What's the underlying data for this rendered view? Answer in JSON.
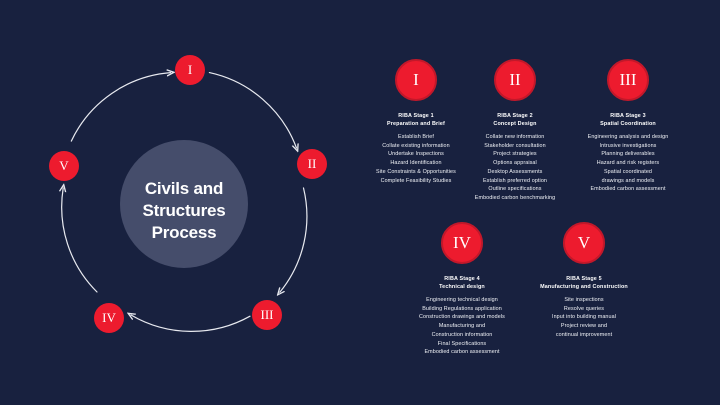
{
  "background_color": "#18213f",
  "accent_color": "#ed1b2e",
  "hub_color": "#454d6b",
  "cycle": {
    "center_label": "Civils and\nStructures\nProcess",
    "center_lines": [
      "Civils and",
      "Structures",
      "Process"
    ],
    "nodes": [
      {
        "numeral": "I",
        "name": "cycle-node-1"
      },
      {
        "numeral": "II",
        "name": "cycle-node-2"
      },
      {
        "numeral": "III",
        "name": "cycle-node-3"
      },
      {
        "numeral": "IV",
        "name": "cycle-node-4"
      },
      {
        "numeral": "V",
        "name": "cycle-node-5"
      }
    ]
  },
  "stages": [
    {
      "numeral": "I",
      "title_line1": "RIBA Stage 1",
      "title_line2": "Preparation and Brief",
      "items": [
        "Establish Brief",
        "Collate existing information",
        "Undertake Inspections",
        "Hazard Identification",
        "Site Constraints & Opportunities",
        "Complete Feasibility Studies"
      ]
    },
    {
      "numeral": "II",
      "title_line1": "RIBA Stage 2",
      "title_line2": "Concept Design",
      "items": [
        "Collate new information",
        "Stakeholder consultation",
        "Project strategies",
        "Options appraisal",
        "Desktop Assessments",
        "Establish preferred option",
        "Outline specifications",
        "Embodied carbon benchmarking"
      ]
    },
    {
      "numeral": "III",
      "title_line1": "RIBA Stage 3",
      "title_line2": "Spatial Coordination",
      "items": [
        "Engineering analysis and design",
        "Intrusive investigations",
        "Planning deliverables",
        "Hazard and risk registers",
        "Spatial coordinated",
        "drawings and models",
        "Embodied carbon assessment"
      ]
    },
    {
      "numeral": "IV",
      "title_line1": "RIBA Stage 4",
      "title_line2": "Technical design",
      "items": [
        "Engineering technical design",
        "Building Regulations application",
        "Construction drawings and models",
        "Manufacturing and",
        "Construction information",
        "Final Specifications",
        "Embodied carbon assessment"
      ]
    },
    {
      "numeral": "V",
      "title_line1": "RIBA Stage 5",
      "title_line2": "Manufacturing and Construction",
      "items": [
        "Site inspections",
        "Resolve queries",
        "Input into building manual",
        "Project review and",
        "continual improvement"
      ]
    }
  ]
}
